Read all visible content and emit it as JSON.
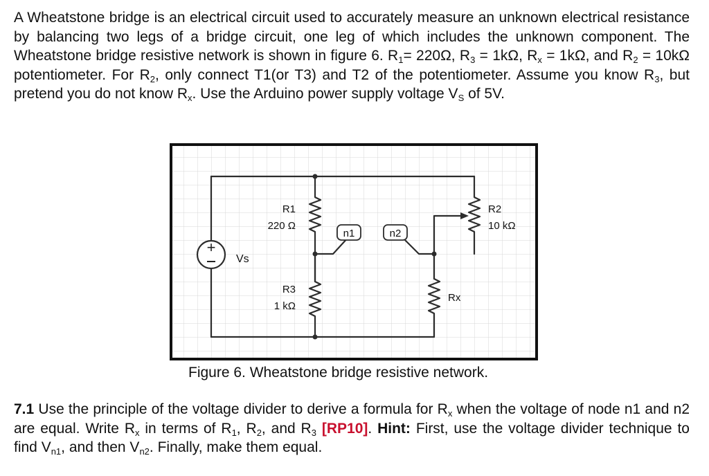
{
  "intro": {
    "s1": "A Wheatstone bridge is an electrical circuit used to accurately measure an unknown electrical resistance by balancing two legs of a bridge circuit, one leg of which includes the unknown component. The Wheatstone bridge resistive network is shown in figure 6. R",
    "s2": "= 220Ω, R",
    "s3": " = 1kΩ, R",
    "s4": " = 1kΩ, and R",
    "s5": " = 10kΩ potentiometer. For R",
    "s6": ", only connect T1(or T3) and T2 of the potentiometer. Assume you know R",
    "s7": ", but pretend you do not know R",
    "s8": ". Use the Arduino power supply voltage V",
    "s9": " of 5V.",
    "sub1": "1",
    "sub3": "3",
    "subx": "x",
    "sub2": "2",
    "subS": "S"
  },
  "figure": {
    "caption": "Figure 6. Wheatstone bridge resistive network.",
    "labels": {
      "r1_name": "R1",
      "r1_value": "220 Ω",
      "r3_name": "R3",
      "r3_value": "1 kΩ",
      "r2_name": "R2",
      "r2_value": "10 kΩ",
      "rx_name": "Rx",
      "vs_name": "Vs",
      "n1": "n1",
      "n2": "n2",
      "plus": "+"
    }
  },
  "question": {
    "number": "7.1",
    "t1": " Use the principle of the voltage divider to derive a formula for R",
    "t2": " when the voltage of node n1 and n2 are equal. Write R",
    "t3": " in terms of R",
    "t4": ", R",
    "t5": ", and R",
    "rp": "[RP10]",
    "t6": ". ",
    "hint_label": "Hint:",
    "t7": " First, use the voltage divider technique to find V",
    "t8": ", and then V",
    "t9": ". Finally, make them equal.",
    "subx": "x",
    "sub1": "1",
    "sub2": "2",
    "sub3": "3",
    "subn1": "n1",
    "subn2": "n2"
  }
}
